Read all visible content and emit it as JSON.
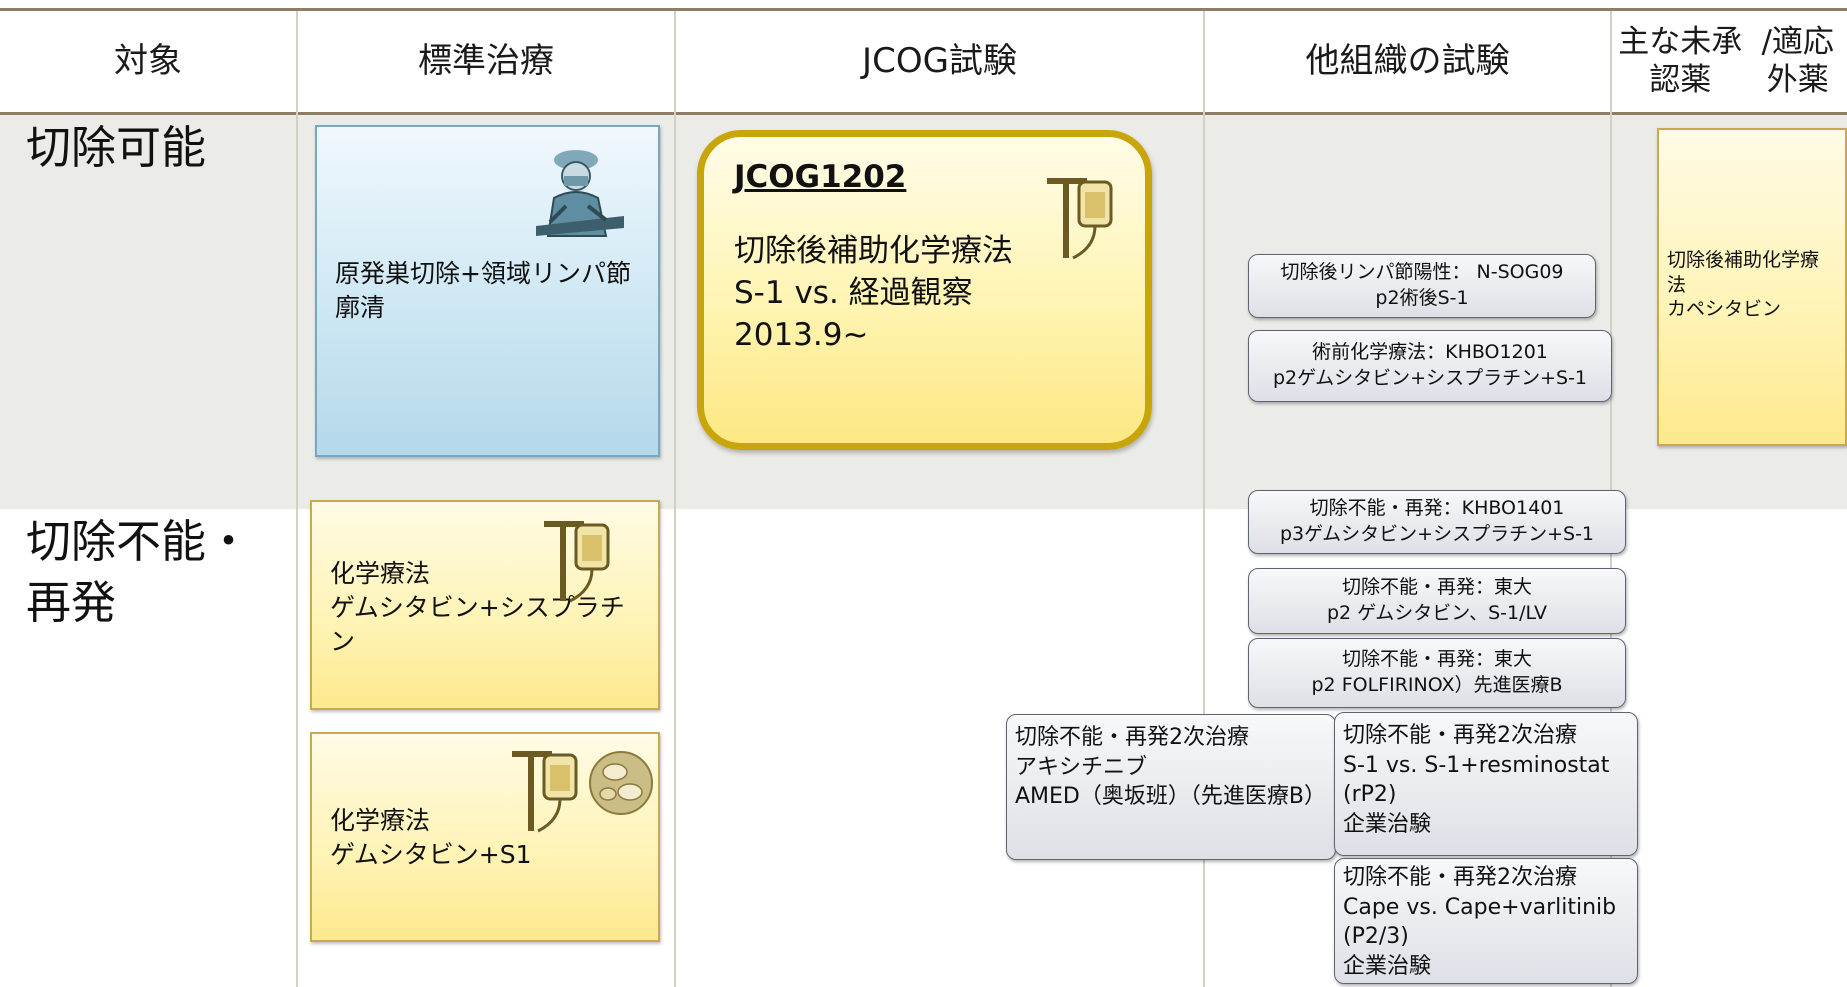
{
  "header": {
    "target": "対象",
    "standard": "標準治療",
    "jcog": "JCOG試験",
    "other": "他組織の試験",
    "unapproved_line1": "主な未承認薬",
    "unapproved_line2": "/適応外薬"
  },
  "rows": {
    "resectable": "切除可能",
    "unresectable_line1": "切除不能・",
    "unresectable_line2": "再発"
  },
  "standard": {
    "surgery": "原発巣切除+領域リンパ節廓清",
    "chemo1_line1": "化学療法",
    "chemo1_line2": "ゲムシタビン+シスプラチン",
    "chemo2_line1": "化学療法",
    "chemo2_line2": "ゲムシタビン+S1"
  },
  "jcog": {
    "title": "JCOG1202",
    "body": "切除後補助化学療法\nS-1 vs. 経過観察\n2013.9~"
  },
  "other_trials": {
    "nsog09_line1": "切除後リンパ節陽性： N-SOG09",
    "nsog09_line2": "p2術後S-1",
    "khbo1201_line1": "術前化学療法：KHBO1201",
    "khbo1201_line2": "p2ゲムシタビン+シスプラチン+S-1",
    "khbo1401_line1": "切除不能・再発：KHBO1401",
    "khbo1401_line2": "p3ゲムシタビン+シスプラチン+S-1",
    "todai1_line1": "切除不能・再発：東大",
    "todai1_line2": "p2 ゲムシタビン、S-1/LV",
    "todai2_line1": "切除不能・再発：東大",
    "todai2_line2": "p2 FOLFIRINOX）先進医療B",
    "axitinib_line1": "切除不能・再発2次治療",
    "axitinib_line2": "アキシチニブ",
    "axitinib_line3": "AMED（奥坂班）（先進医療B）",
    "resminostat_line1": "切除不能・再発2次治療",
    "resminostat_line2": "S-1 vs. S-1+resminostat",
    "resminostat_line3": "(rP2)",
    "resminostat_line4": "企業治験",
    "varlitinib_line1": "切除不能・再発2次治療",
    "varlitinib_line2": "Cape vs. Cape+varlitinib",
    "varlitinib_line3": "(P2/3)",
    "varlitinib_line4": "企業治験"
  },
  "unapproved": {
    "line1": "切除後補助化学療法",
    "line2": "カペシタビン"
  }
}
